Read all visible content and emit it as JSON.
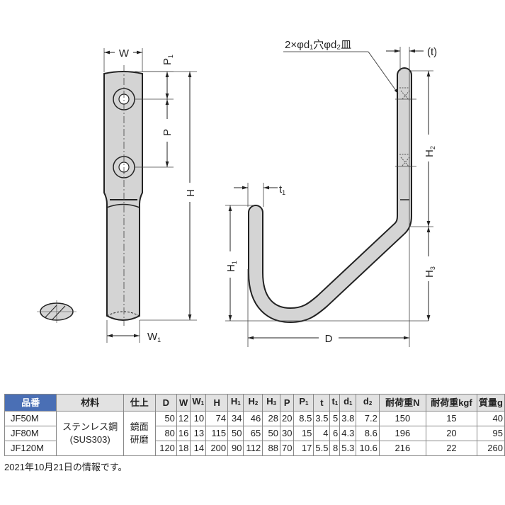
{
  "drawing": {
    "labels": {
      "W": "W",
      "P1": "P",
      "P1_sub": "1",
      "P": "P",
      "H": "H",
      "W1": "W",
      "W1_sub": "1",
      "t1": "t",
      "t1_sub": "1",
      "H1": "H",
      "H1_sub": "1",
      "D": "D",
      "H2": "H",
      "H2_sub": "2",
      "H3": "H",
      "H3_sub": "3",
      "t": "(t)",
      "callout": "2×φd₁穴φd₂皿"
    },
    "colors": {
      "part_fill": "#d4d4d4",
      "outline": "#222222"
    }
  },
  "table": {
    "headers": [
      {
        "main": "品番",
        "sub": ""
      },
      {
        "main": "材料",
        "sub": ""
      },
      {
        "main": "仕上",
        "sub": ""
      },
      {
        "main": "D",
        "sub": ""
      },
      {
        "main": "W",
        "sub": ""
      },
      {
        "main": "W",
        "sub": "1"
      },
      {
        "main": "H",
        "sub": ""
      },
      {
        "main": "H",
        "sub": "1"
      },
      {
        "main": "H",
        "sub": "2"
      },
      {
        "main": "H",
        "sub": "3"
      },
      {
        "main": "P",
        "sub": ""
      },
      {
        "main": "P",
        "sub": "1"
      },
      {
        "main": "t",
        "sub": ""
      },
      {
        "main": "t",
        "sub": "1"
      },
      {
        "main": "d",
        "sub": "1"
      },
      {
        "main": "d",
        "sub": "2"
      },
      {
        "main": "耐荷重N",
        "sub": ""
      },
      {
        "main": "耐荷重kgf",
        "sub": ""
      },
      {
        "main": "質量g",
        "sub": ""
      }
    ],
    "material": "ステンレス鋼",
    "material_grade": "(SUS303)",
    "finish_line1": "鏡面",
    "finish_line2": "研磨",
    "rows": [
      {
        "pn": "JF50M",
        "vals": [
          "50",
          "12",
          "10",
          "74",
          "34",
          "46",
          "28",
          "20",
          "8.5",
          "3.5",
          "5",
          "3.8",
          "7.2",
          "150",
          "15",
          "40"
        ]
      },
      {
        "pn": "JF80M",
        "vals": [
          "80",
          "16",
          "13",
          "115",
          "50",
          "65",
          "50",
          "30",
          "15",
          "4",
          "6",
          "4.3",
          "8.6",
          "196",
          "20",
          "95"
        ]
      },
      {
        "pn": "JF120M",
        "vals": [
          "120",
          "18",
          "14",
          "200",
          "90",
          "112",
          "88",
          "70",
          "17",
          "5.5",
          "8",
          "5.3",
          "10.6",
          "216",
          "22",
          "260"
        ]
      }
    ],
    "header_color": "#4a6fb5"
  },
  "note": "2021年10月21日の情報です。"
}
